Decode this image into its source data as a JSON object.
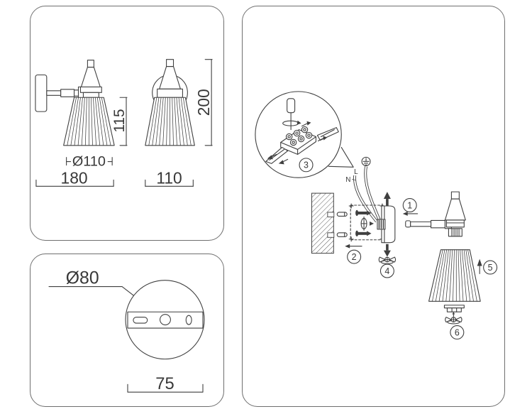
{
  "colors": {
    "background": "#ffffff",
    "line": "#3f3f3f",
    "panel_border": "#6f6f6f"
  },
  "main_view_panel": {
    "side_view": {
      "shade_height": "115",
      "shade_diameter": "Ø110",
      "total_depth": "180"
    },
    "front_view": {
      "total_height": "200",
      "shade_width": "110"
    }
  },
  "backplate_panel": {
    "plate_diameter": "Ø80",
    "mount_spacing": "75"
  },
  "assembly_panel": {
    "steps": {
      "arm": "1",
      "bracket": "2",
      "terminal": "3",
      "locknut": "4",
      "shade": "5",
      "shade_nut": "6"
    },
    "wiring": {
      "live": "L",
      "neutral": "N",
      "ground_icon": "earth-ground"
    }
  }
}
